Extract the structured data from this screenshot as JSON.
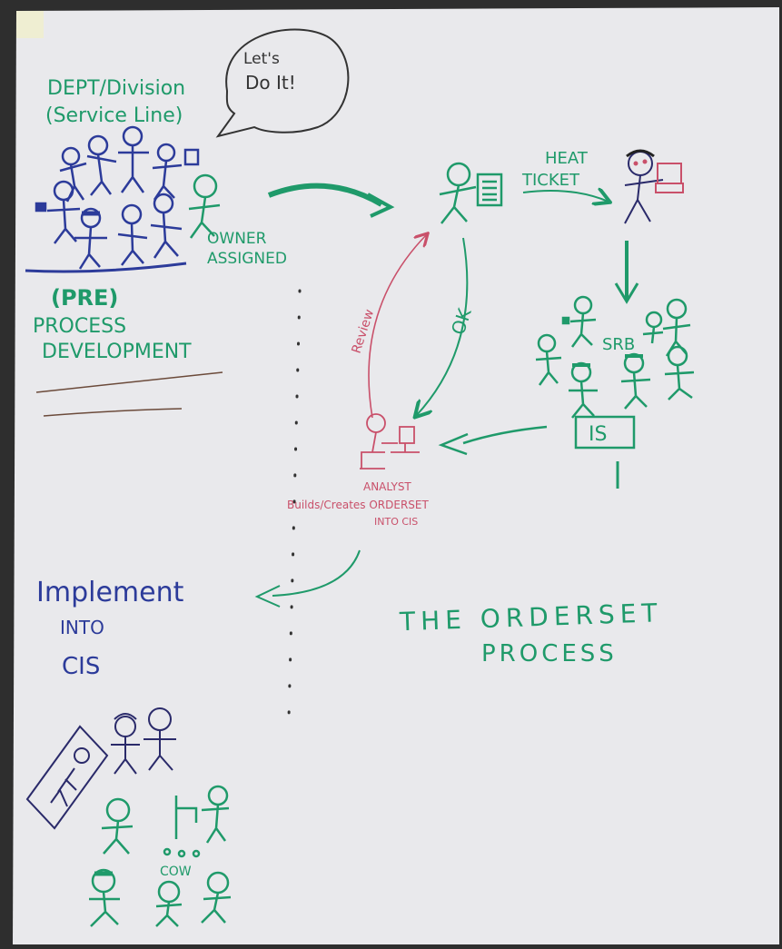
{
  "colors": {
    "paper": "#e9e9ec",
    "background": "#2e2e2e",
    "green_marker": "#1f9a6a",
    "blue_marker": "#2c3b9a",
    "red_marker": "#c9506a",
    "black_marker": "#333333",
    "brown_marker": "#6b4a3a"
  },
  "texts": {
    "dept_line1": "DEPT/Division",
    "dept_line2": "(Service Line)",
    "bubble_line1": "Let's",
    "bubble_line2": "Do It!",
    "owner_line1": "OWNER",
    "owner_line2": "ASSIGNED",
    "pre": "(PRE)",
    "process": "PROCESS",
    "development": "DEVELOPMENT",
    "heat": "HEAT",
    "ticket": "TICKET",
    "srb": "SRB",
    "is": "IS",
    "review": "Review",
    "ok": "OK",
    "analyst": "ANALYST",
    "analyst_line2": "Builds/Creates ORDERSET",
    "analyst_line3": "INTO CIS",
    "implement": "Implement",
    "into": "INTO",
    "cis": "CIS",
    "title_line1": "THE ORDERSET",
    "title_line2": "PROCESS",
    "cow": "COW"
  }
}
